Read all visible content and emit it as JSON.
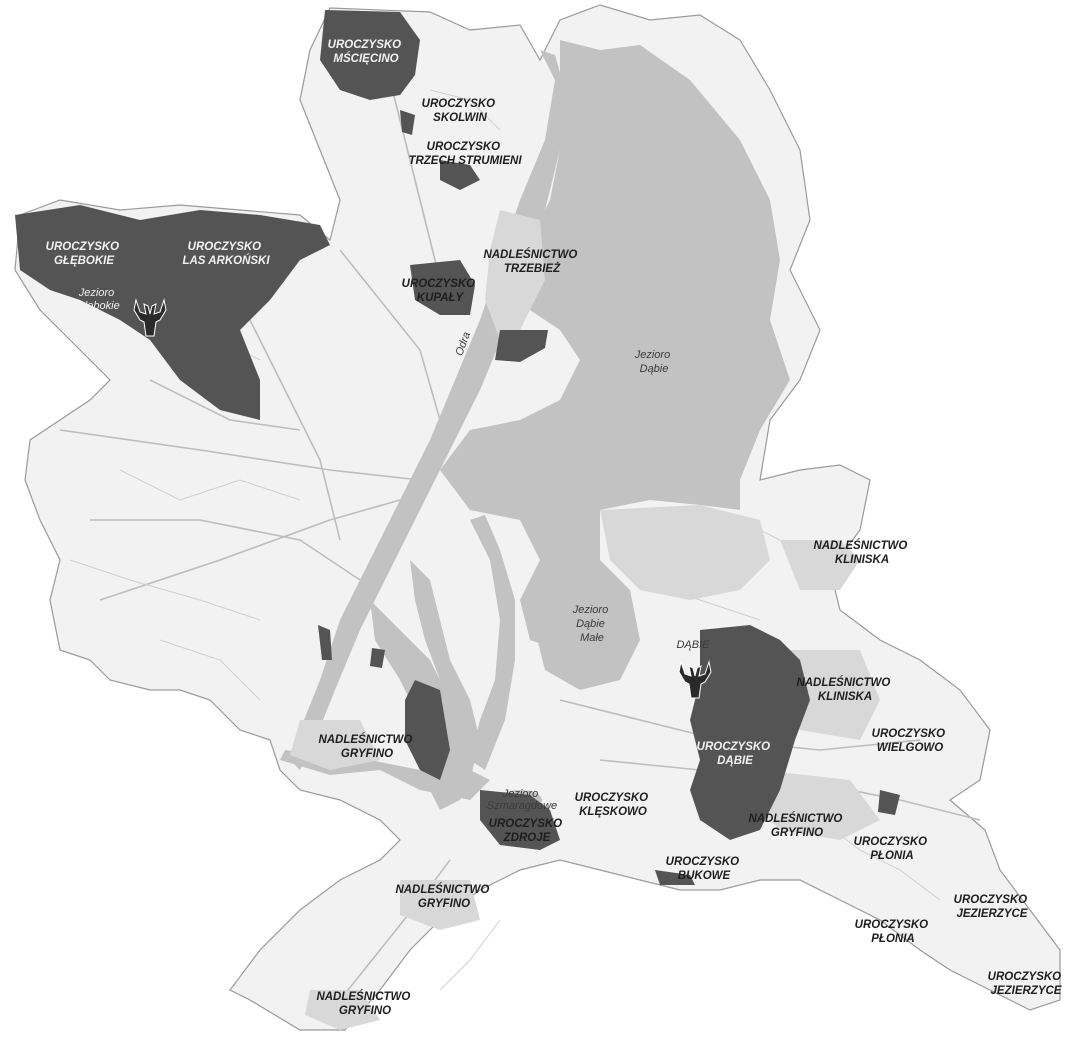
{
  "colors": {
    "land": "#f2f2f2",
    "land_border": "#9a9a9a",
    "water": "#c2c2c2",
    "forest_managed": "#545454",
    "forest_other": "#d8d8d8"
  },
  "labels": {
    "uroczysko_mscecino": [
      "UROCZYSKO",
      "MŚCIĘCINO"
    ],
    "uroczysko_skolwin": [
      "UROCZYSKO",
      "SKOLWIN"
    ],
    "uroczysko_trzech_strumieni": [
      "UROCZYSKO",
      "TRZECH STRUMIENI"
    ],
    "uroczysko_glebokie": [
      "UROCZYSKO",
      "GŁĘBOKIE"
    ],
    "uroczysko_las_arkonski": [
      "UROCZYSKO",
      "LAS ARKOŃSKI"
    ],
    "nadlesnictwo_trzebiez": [
      "NADLEŚNICTWO",
      "TRZEBIEŻ"
    ],
    "uroczysko_kupaly": [
      "UROCZYSKO",
      "KUPAŁY"
    ],
    "nadlesnictwo_kliniska_1": [
      "NADLEŚNICTWO",
      "KLINISKA"
    ],
    "nadlesnictwo_kliniska_2": [
      "NADLEŚNICTWO",
      "KLINISKA"
    ],
    "uroczysko_dabie": [
      "UROCZYSKO",
      "DĄBIE"
    ],
    "uroczysko_wielgowo": [
      "UROCZYSKO",
      "WIELGOWO"
    ],
    "nadlesnictwo_gryfino_1": [
      "NADLEŚNICTWO",
      "GRYFINO"
    ],
    "nadlesnictwo_gryfino_2": [
      "NADLEŚNICTWO",
      "GRYFINO"
    ],
    "nadlesnictwo_gryfino_3": [
      "NADLEŚNICTWO",
      "GRYFINO"
    ],
    "nadlesnictwo_gryfino_4": [
      "NADLEŚNICTWO",
      "GRYFINO"
    ],
    "uroczysko_kleskowo": [
      "UROCZYSKO",
      "KLĘSKOWO"
    ],
    "uroczysko_zdroje": [
      "UROCZYSKO",
      "ZDROJE"
    ],
    "uroczysko_bukowe": [
      "UROCZYSKO",
      "BUKOWE"
    ],
    "uroczysko_plonia_1": [
      "UROCZYSKO",
      "PŁONIA"
    ],
    "uroczysko_plonia_2": [
      "UROCZYSKO",
      "PŁONIA"
    ],
    "uroczysko_jezierzyce_1": [
      "UROCZYSKO",
      "JEZIERZYCE"
    ],
    "uroczysko_jezierzyce_2": [
      "UROCZYSKO",
      "JEZIERZYCE"
    ]
  },
  "water_labels": {
    "jezioro_glebokie": [
      "Jezioro",
      "Głębokie"
    ],
    "odra": [
      "Odra"
    ],
    "jezioro_dabie": [
      "Jezioro",
      "Dąbie"
    ],
    "jezioro_dabie_male": [
      "Jezioro",
      "Dąbie",
      "Małe"
    ],
    "jezioro_szmaragdowe": [
      "Jezioro",
      "Szmaragdowe"
    ]
  },
  "icons": {
    "deer_head_west": "deer-head-icon",
    "deer_head_east": "deer-head-icon",
    "deer_east_sign": "DĄBIE"
  }
}
